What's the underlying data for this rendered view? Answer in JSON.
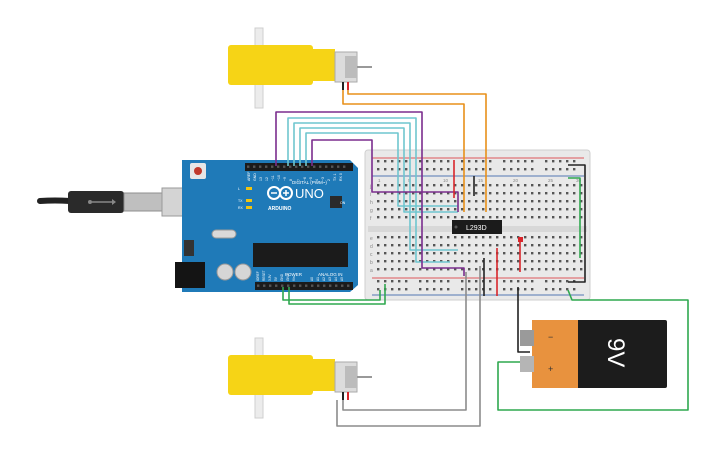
{
  "arduino": {
    "brand": "ARDUINO",
    "model": "UNO",
    "digital_label": "DIGITAL (PWM~)",
    "power_label": "POWER",
    "analog_label": "ANALOG IN",
    "on_label": "ON",
    "tx_label": "TX",
    "rx_label": "RX",
    "l_label": "L",
    "digital_pins": [
      "AREF",
      "GND",
      "13",
      "12",
      "~11",
      "~10",
      "~9",
      "8",
      "7",
      "~6",
      "~5",
      "4",
      "~3",
      "2",
      "TX 1",
      "RX 0"
    ],
    "power_pins": [
      "IOREF",
      "RESET",
      "3.3V",
      "5V",
      "GND",
      "GND",
      "Vin"
    ],
    "analog_pins": [
      "A0",
      "A1",
      "A2",
      "A3",
      "A4",
      "A5"
    ]
  },
  "driver_ic": {
    "label": "L293D"
  },
  "battery": {
    "label": "9V",
    "plus": "+",
    "minus": "−"
  },
  "breadboard": {
    "row_letters_top": [
      "j",
      "i",
      "h",
      "g",
      "f"
    ],
    "row_letters_bottom": [
      "e",
      "d",
      "c",
      "b",
      "a"
    ],
    "column_numbers": [
      "1",
      "5",
      "10",
      "15",
      "20",
      "25",
      "30"
    ]
  },
  "colors": {
    "board": "#1f7ab8",
    "board_dark": "#155e8f",
    "motor_yellow": "#f6d416",
    "wire_purple": "#7b2d8e",
    "wire_cyan": "#6fc6cf",
    "wire_orange": "#e8901a",
    "wire_red": "#d9262b",
    "wire_green": "#2fa84f",
    "wire_gray": "#8c8c8c",
    "wire_black": "#222222",
    "battery_orange": "#e8923e"
  }
}
